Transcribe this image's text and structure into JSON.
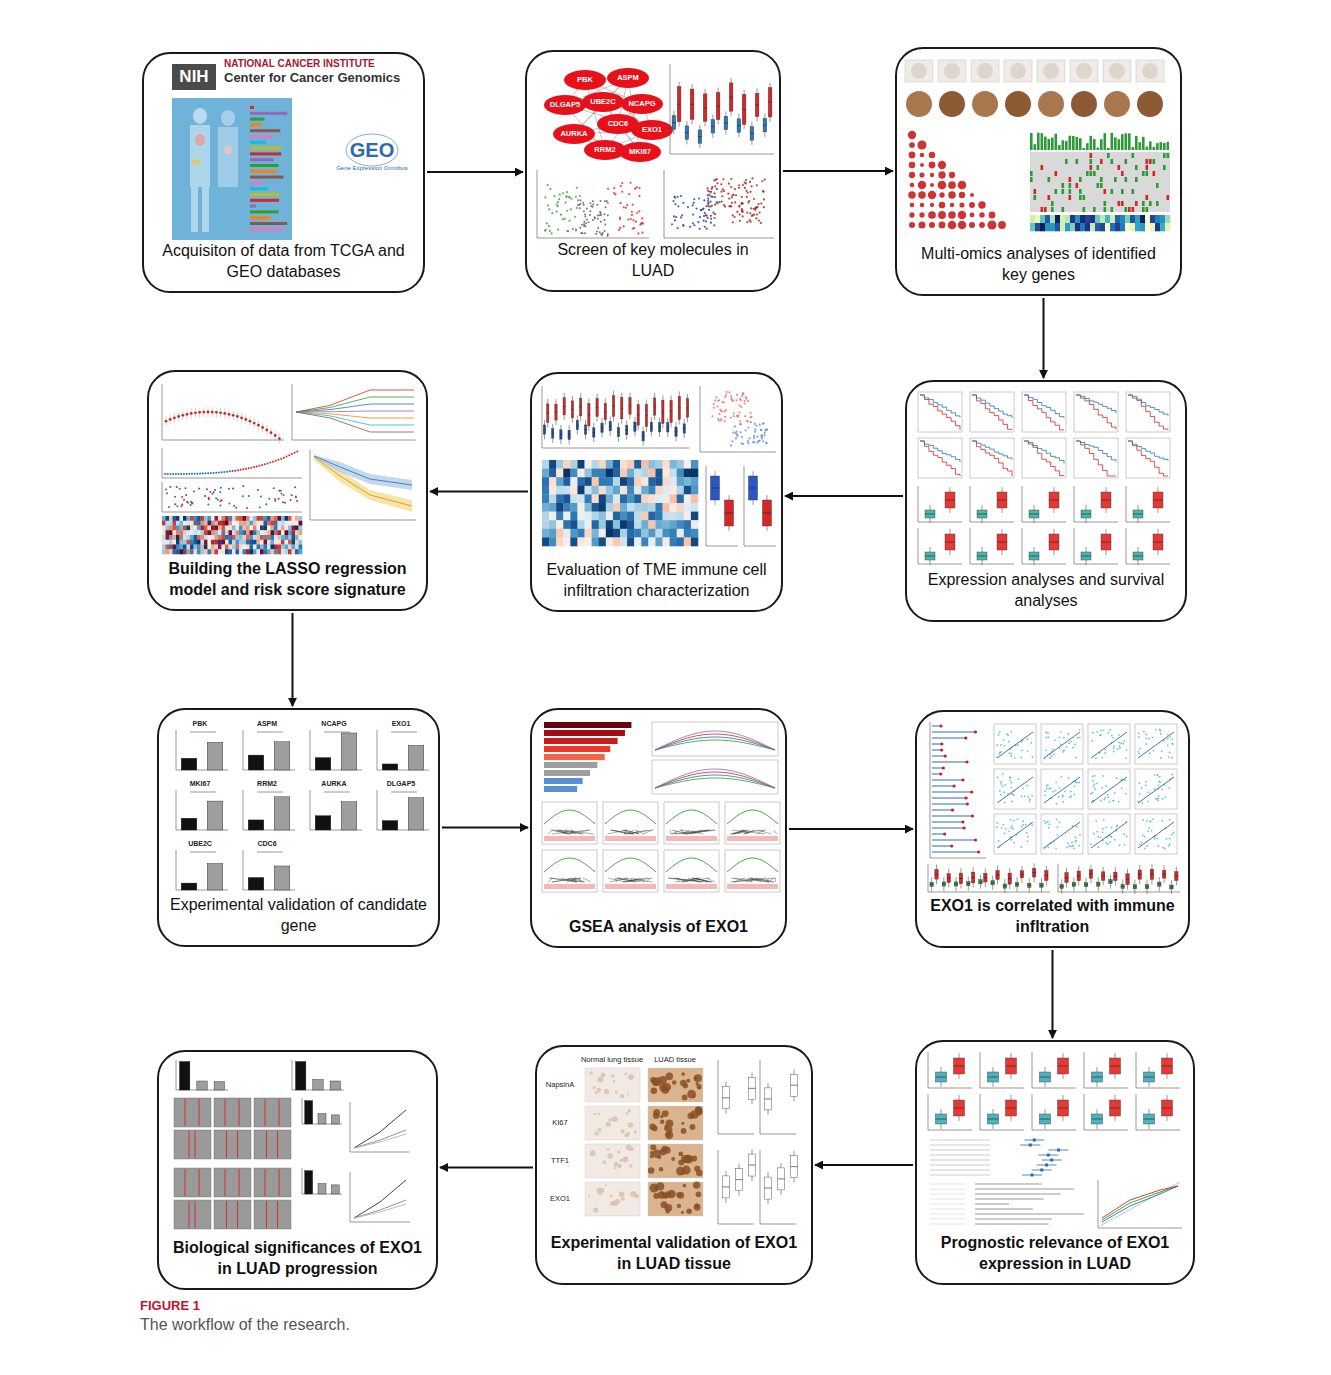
{
  "diagram": {
    "caption": "The workflow of the research.",
    "nodes": [
      {
        "text": [
          "Acquisiton of data from TCGA and GEO databases"
        ]
      },
      {
        "text": [
          "Screen of key molecules in LUAD"
        ]
      },
      {
        "text": [
          "Multi-omics analyses of identified key genes"
        ]
      },
      {
        "text": [
          "Expression analyses and survival analyses"
        ]
      },
      {
        "text": [
          "Evaluation of TME immune cell infiltration characterization"
        ]
      },
      {
        "text": [
          "Building the LASSO regression model and risk score signature"
        ]
      },
      {
        "text": [
          "Experimental validation of candidate gene"
        ]
      },
      {
        "text": [
          "GSEA analysis of EXO1"
        ]
      },
      {
        "text": [
          "EXO1 is correlated with immune infltration"
        ]
      },
      {
        "text": [
          "Prognostic relevance of EXO1 expression in LUAD"
        ]
      },
      {
        "text": [
          "Experimental validation of EXO1 in LUAD tissue"
        ]
      },
      {
        "text": [
          "Biological significances of EXO1 in LUAD progression"
        ]
      }
    ],
    "edges": [
      {
        "from": 0,
        "to": 1,
        "arrow": "to"
      },
      {
        "from": 1,
        "to": 2,
        "arrow": "to"
      },
      {
        "from": 2,
        "to": 3,
        "arrow": "to"
      },
      {
        "from": 3,
        "to": 4,
        "arrow": "to"
      },
      {
        "from": 4,
        "to": 5,
        "arrow": "to"
      },
      {
        "from": 5,
        "to": 6,
        "arrow": "to"
      },
      {
        "from": 6,
        "to": 7,
        "arrow": "to"
      },
      {
        "from": 7,
        "to": 8,
        "arrow": "to"
      },
      {
        "from": 8,
        "to": 9,
        "arrow": "to"
      },
      {
        "from": 9,
        "to": 10,
        "arrow": "to"
      },
      {
        "from": 10,
        "to": 11,
        "arrow": "to"
      }
    ],
    "labels": [
      "NIH",
      "NATIONAL CANCER INSTITUTE",
      "Center for Cancer Genomics",
      "GEO",
      "Gene Expression Omnibus",
      "PBK",
      "ASPM",
      "DLGAP5",
      "UBE2C",
      "NCAPG",
      "CDC6",
      "EXO1",
      "AURKA",
      "RRM2",
      "MKI67",
      "PBK",
      "ASPM",
      "NCAPG",
      "EXO1",
      "MKI67",
      "RRM2",
      "AURKA",
      "DLGAP5",
      "UBE2C",
      "CDC6",
      "Normal lung tissue",
      "LUAD tissue",
      "NapsinA",
      "KI67",
      "TTF1",
      "EXO1",
      "FIGURE 1"
    ]
  }
}
